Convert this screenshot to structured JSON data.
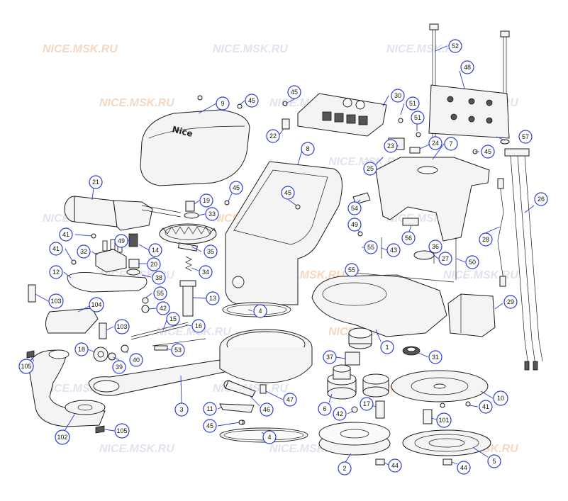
{
  "watermark": {
    "text": "NICE.MSK.RU",
    "color": "#f0b78d",
    "color_alt": "#c8cde0"
  },
  "brand_logo": "Nice",
  "callout_color": "#2b3bd6",
  "callouts": [
    "52",
    "48",
    "45",
    "9",
    "45",
    "30",
    "51",
    "22",
    "51",
    "24",
    "57",
    "23",
    "7",
    "45",
    "8",
    "25",
    "21",
    "45",
    "19",
    "45",
    "33",
    "54",
    "26",
    "49",
    "41",
    "28",
    "36",
    "55",
    "43",
    "56",
    "41",
    "32",
    "14",
    "35",
    "49",
    "20",
    "12",
    "38",
    "34",
    "27",
    "50",
    "55",
    "55",
    "29",
    "13",
    "103",
    "42",
    "4",
    "104",
    "15",
    "103",
    "16",
    "1",
    "18",
    "37",
    "53",
    "31",
    "39",
    "40",
    "105",
    "3",
    "10",
    "6",
    "47",
    "42",
    "17",
    "46",
    "11",
    "41",
    "101",
    "45",
    "4",
    "102",
    "105",
    "2",
    "44",
    "44",
    "5"
  ]
}
